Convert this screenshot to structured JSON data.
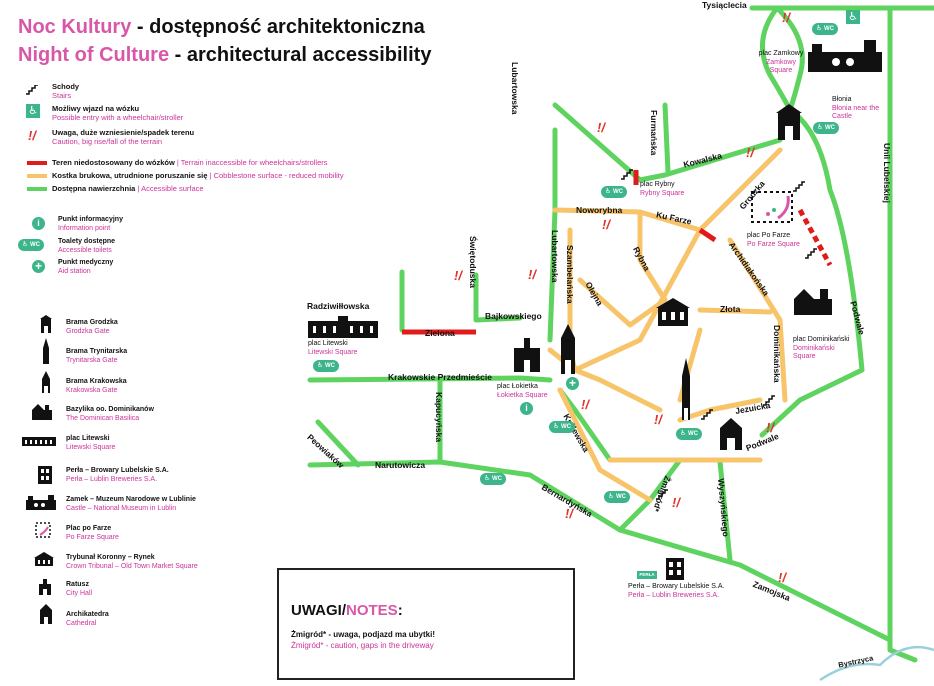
{
  "title": {
    "pl_pink": "Noc Kultury",
    "pl_rest": " - dostępność architektoniczna",
    "en_pink": "Night of Culture",
    "en_rest": " - architectural accessibility"
  },
  "legend": {
    "stairs": {
      "pl": "Schody",
      "en": "Stairs"
    },
    "wheelchair": {
      "pl": "Możliwy wjazd na wózku",
      "en": "Possible entry with a wheelchair/stroller"
    },
    "caution": {
      "pl": "Uwaga, duże wzniesienie/spadek terenu",
      "en": "Caution, big rise/fall of the terrain"
    },
    "inaccessible": {
      "pl": "Teren niedostosowany do wózków",
      "en": "| Terrain inaccessible for wheelchairs/strollers"
    },
    "cobblestone": {
      "pl": "Kostka brukowa, utrudnione poruszanie się",
      "en": "| Cobblestone surface - reduced mobility"
    },
    "accessible": {
      "pl": "Dostępna nawierzchnia",
      "en": "| Accessible surface"
    },
    "info": {
      "pl": "Punkt informacyjny",
      "en": "Information point"
    },
    "toilets": {
      "pl": "Toalety dostępne",
      "en": "Accessible toilets"
    },
    "medical": {
      "pl": "Punkt medyczny",
      "en": "Aid station"
    },
    "wc_label": "WC"
  },
  "landmarks": [
    {
      "pl": "Brama Grodzka",
      "en": "Grodzka Gate"
    },
    {
      "pl": "Brama Trynitarska",
      "en": "Trynitarska Gate"
    },
    {
      "pl": "Brama Krakowska",
      "en": "Krakowska Gate"
    },
    {
      "pl": "Bazylika oo. Dominikanów",
      "en": "The Dominican Basilica"
    },
    {
      "pl": "plac Litewski",
      "en": "Litewski Square"
    },
    {
      "pl": "Perła – Browary Lubelskie S.A.",
      "en": "Perła – Lublin Breweries S.A."
    },
    {
      "pl": "Zamek – Muzeum Narodowe w Lublinie",
      "en": "Castle – National Museum in Lublin"
    },
    {
      "pl": "Plac po Farze",
      "en": "Po Farze Square"
    },
    {
      "pl": "Trybunał Koronny – Rynek",
      "en": "Crown Tribunal – Old Town Market Square"
    },
    {
      "pl": "Ratusz",
      "en": "City Hall"
    },
    {
      "pl": "Archikatedra",
      "en": "Cathedral"
    }
  ],
  "streets": {
    "tysiaclecia": "Tysiąclecia",
    "lubartowska_top": "Lubartowska",
    "lubartowska_mid": "Lubartowska",
    "furmanska": "Furmańska",
    "kowalska": "Kowalska",
    "noworybna": "Noworybna",
    "ku_farze": "Ku Farze",
    "grodzka": "Grodzka",
    "szambelanska": "Szambelańska",
    "rybna": "Rybna",
    "olejna": "Olejna",
    "zlota": "Złota",
    "archidiakonska": "Archidiakońska",
    "dominikanska": "Dominikańska",
    "swietoduska": "Świętoduska",
    "radziwillowska": "Radziwiłłowska",
    "zielona": "Zielona",
    "bajkowskiego": "Bajkowskiego",
    "krakowskie": "Krakowskie Przedmieście",
    "kapucynska": "Kapucyńska",
    "peowiakow": "Peowiaków",
    "narutowicza": "Narutowicza",
    "krolewska": "Królewska",
    "jezuicka": "Jezuicka",
    "podwale_bottom": "Podwale",
    "podwale_right": "Podwale",
    "unii": "Unii Lubelskiej",
    "bernardynska": "Bernardyńska",
    "zmigrod": "Żmigród*",
    "wyszynskiego": "Wyszyńskiego",
    "zamojska": "Zamojska",
    "bystrzyca": "Bystrzyca"
  },
  "squares": {
    "zamkowy": {
      "pl": "plac Zamkowy",
      "en": "Zamkowy Square"
    },
    "blonia": {
      "pl": "Błonia",
      "en": "Błonia near the Castle"
    },
    "rybny": {
      "pl": "plac Rybny",
      "en": "Rybny Square"
    },
    "po_farze": {
      "pl": "plac Po Farze",
      "en": "Po Farze Square"
    },
    "dominikanski": {
      "pl": "plac Dominikański",
      "en": "Dominikański Square"
    },
    "litewski": {
      "pl": "plac Litewski",
      "en": "Litewski Square"
    },
    "lokietka": {
      "pl": "plac Łokietka",
      "en": "Łokietka Square"
    },
    "perla": {
      "pl": "Perła – Browary Lubelskie S.A.",
      "en": "Perła – Lublin Breweries S.A.",
      "badge": "PERŁA"
    }
  },
  "notes": {
    "heading_dark": "UWAGI/",
    "heading_pink": "NOTES",
    "heading_colon": ":",
    "pl": "Żmigród* - uwaga, podjazd ma ubytki!",
    "en": "Żmigród* - caution, gaps in the driveway"
  },
  "colors": {
    "accessible": "#5fd35f",
    "cobblestone": "#f7c46a",
    "inaccessible": "#e01b1b",
    "accent": "#d957a8",
    "icon_green": "#3cb58a"
  }
}
